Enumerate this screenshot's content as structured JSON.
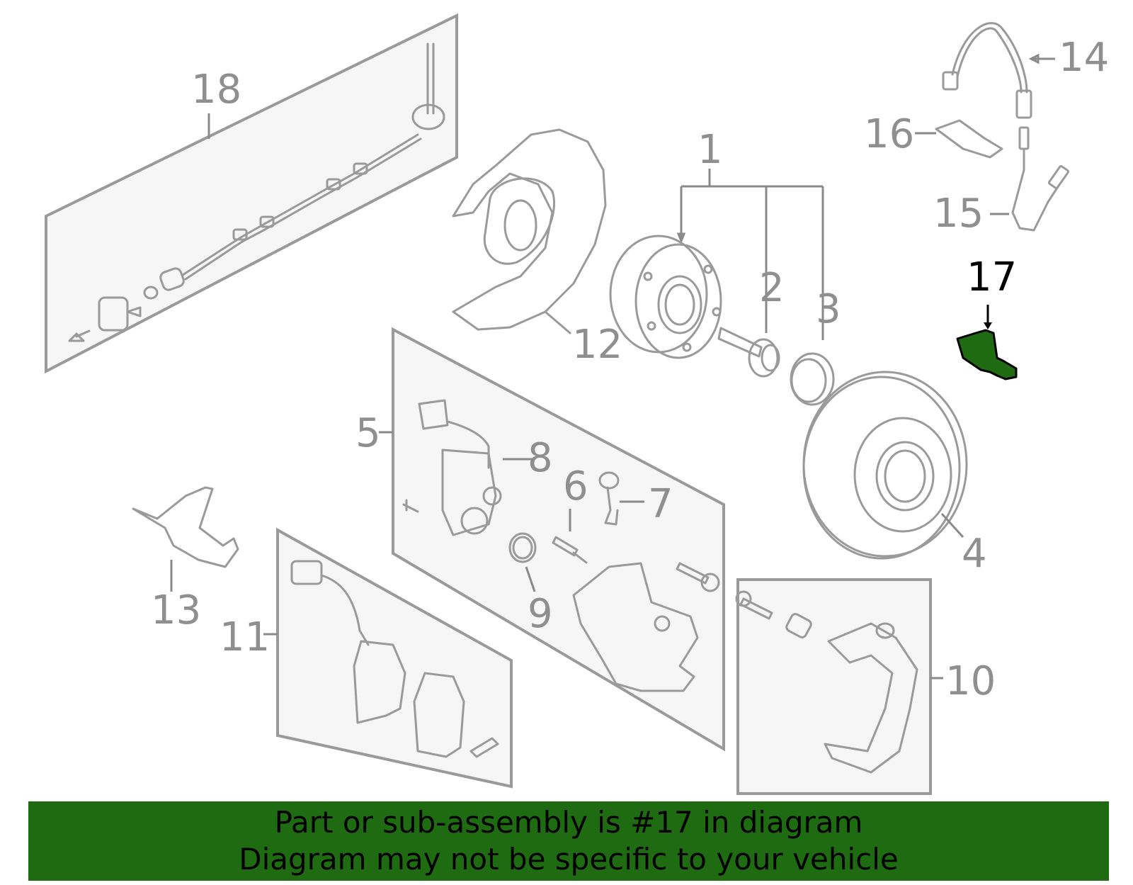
{
  "labels": {
    "p1": "1",
    "p2": "2",
    "p3": "3",
    "p4": "4",
    "p5": "5",
    "p6": "6",
    "p7": "7",
    "p8": "8",
    "p9": "9",
    "p10": "10",
    "p11": "11",
    "p12": "12",
    "p13": "13",
    "p14": "14",
    "p15": "15",
    "p16": "16",
    "p17": "17",
    "p18": "18"
  },
  "highlight": {
    "part": "17",
    "color": "#1e6b12"
  },
  "banner": {
    "line1": "Part or sub-assembly is #17 in diagram",
    "line2": "Diagram may not be specific to your vehicle"
  }
}
